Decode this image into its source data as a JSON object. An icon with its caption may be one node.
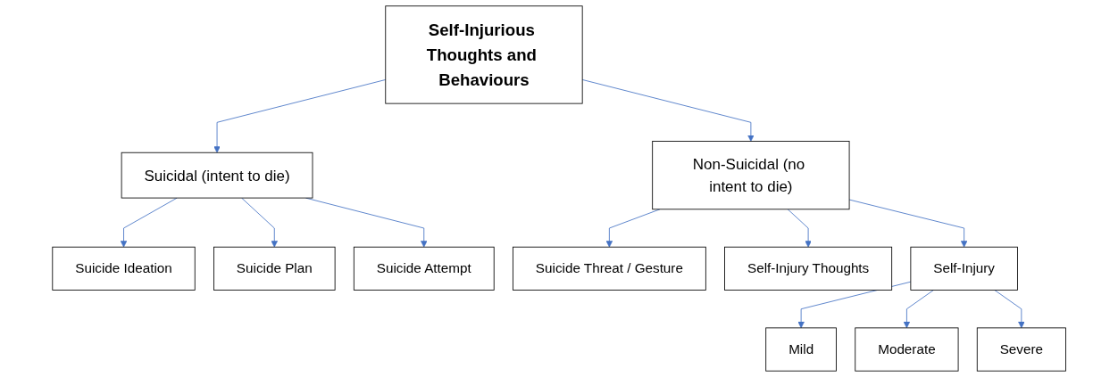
{
  "diagram": {
    "nodes": [
      {
        "text": [
          "Self-Injurious Thoughts and Behaviours"
        ]
      },
      {
        "text": [
          "Suicidal (intent to die)"
        ]
      },
      {
        "text": [
          "Non-Suicidal (no intent to die)"
        ]
      },
      {
        "text": [
          "Suicide Ideation"
        ]
      },
      {
        "text": [
          "Suicide Plan"
        ]
      },
      {
        "text": [
          "Suicide Attempt"
        ]
      },
      {
        "text": [
          "Suicide Threat / Gesture"
        ]
      },
      {
        "text": [
          "Self-Injury Thoughts"
        ]
      },
      {
        "text": [
          "Self-Injury"
        ]
      },
      {
        "text": [
          "Mild"
        ]
      },
      {
        "text": [
          "Moderate"
        ]
      },
      {
        "text": [
          "Severe"
        ]
      }
    ],
    "edges": [
      {
        "from": 0,
        "to": 1,
        "arrow": "to"
      },
      {
        "from": 0,
        "to": 2,
        "arrow": "to"
      },
      {
        "from": 1,
        "to": 3,
        "arrow": "to"
      },
      {
        "from": 1,
        "to": 4,
        "arrow": "to"
      },
      {
        "from": 1,
        "to": 5,
        "arrow": "to"
      },
      {
        "from": 2,
        "to": 6,
        "arrow": "to"
      },
      {
        "from": 2,
        "to": 7,
        "arrow": "to"
      },
      {
        "from": 2,
        "to": 8,
        "arrow": "to"
      },
      {
        "from": 8,
        "to": 9,
        "arrow": "to"
      },
      {
        "from": 8,
        "to": 10,
        "arrow": "to"
      },
      {
        "from": 8,
        "to": 11,
        "arrow": "to"
      }
    ]
  }
}
